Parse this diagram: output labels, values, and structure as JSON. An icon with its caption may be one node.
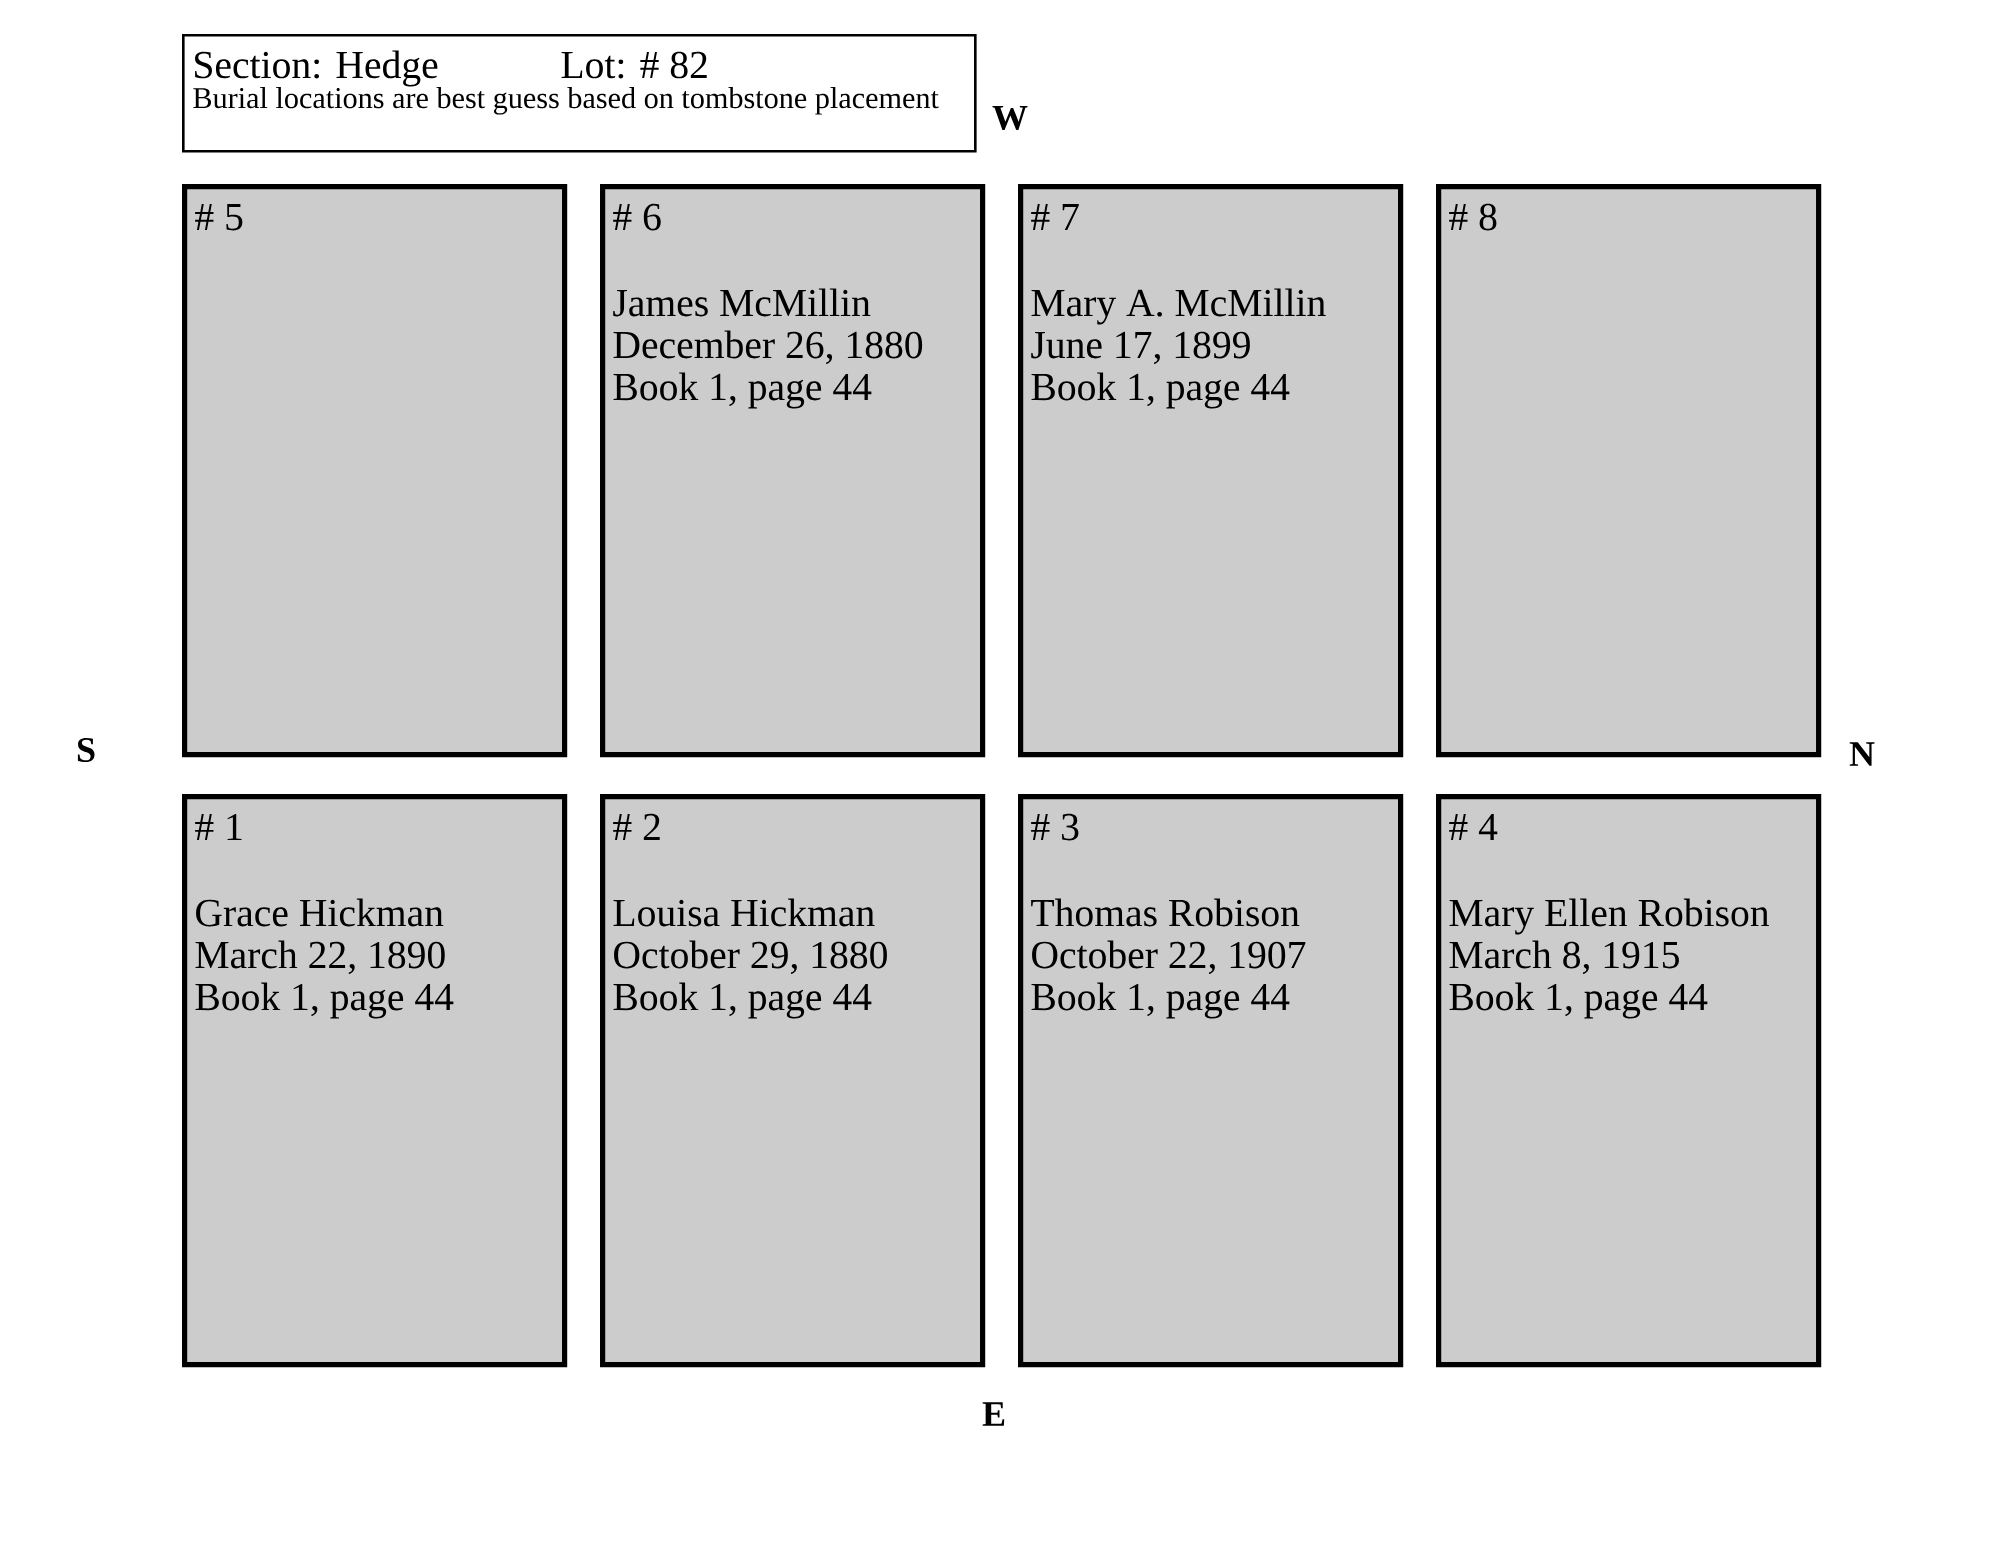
{
  "diagram": {
    "nodes": [
      {
        "text": [
          "Section: Hedge",
          "Lot: # 82",
          "Burial locations are best guess based on tombstone placement"
        ]
      },
      {
        "text": [
          "# 5"
        ]
      },
      {
        "text": [
          "# 6",
          "James McMillin",
          "December 26, 1880",
          "Book 1, page 44"
        ]
      },
      {
        "text": [
          "# 7",
          "Mary A. McMillin",
          "June 17, 1899",
          "Book 1, page 44"
        ]
      },
      {
        "text": [
          "# 8"
        ]
      },
      {
        "text": [
          "# 1",
          "Grace Hickman",
          "March 22, 1890",
          "Book 1, page 44"
        ]
      },
      {
        "text": [
          "# 2",
          "Louisa Hickman",
          "October 29, 1880",
          "Book 1, page 44"
        ]
      },
      {
        "text": [
          "# 3",
          "Thomas Robison",
          "October 22, 1907",
          "Book 1, page 44"
        ]
      },
      {
        "text": [
          "# 4",
          "Mary Ellen Robison",
          "March 8, 1915",
          "Book 1, page 44"
        ]
      }
    ],
    "labels": [
      "W",
      "S",
      "N",
      "E"
    ]
  }
}
